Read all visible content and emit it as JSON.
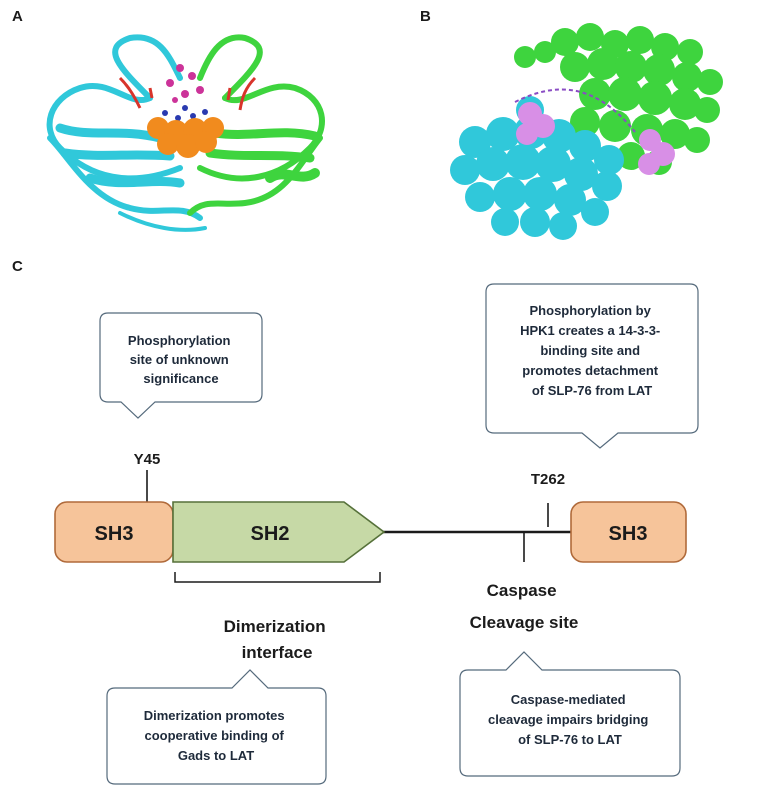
{
  "panels": {
    "a": {
      "letter": "A"
    },
    "b": {
      "letter": "B"
    },
    "c": {
      "letter": "C"
    }
  },
  "domains": {
    "sh3_n": "SH3",
    "sh2": "SH2",
    "sh3_c": "SH3"
  },
  "sites": {
    "y45": "Y45",
    "t262": "T262",
    "caspase_line1": "Caspase",
    "caspase_line2": "Cleavage site"
  },
  "regions": {
    "dimerization_line1": "Dimerization",
    "dimerization_line2": "interface"
  },
  "callouts": {
    "y45": [
      "Phosphorylation",
      "site of unknown",
      "significance"
    ],
    "t262": [
      "Phosphorylation by",
      "HPK1 creates a 14-3-3-",
      "binding site and",
      "promotes detachment",
      "of SLP-76 from LAT"
    ],
    "dimerization": [
      "Dimerization promotes",
      "cooperative binding of",
      "Gads to LAT"
    ],
    "caspase": [
      "Caspase-mediated",
      "cleavage impairs bridging",
      "of SLP-76 to LAT"
    ]
  },
  "colors": {
    "sh3_fill": "#f6c49a",
    "sh3_stroke": "#b06a3a",
    "sh2_fill": "#c6d9a6",
    "sh2_stroke": "#56713a",
    "cyan": "#30c8da",
    "green": "#3ed43e",
    "orange": "#f18b1e",
    "violet": "#d88fe6",
    "magenta": "#cc3399",
    "red": "#d8342b"
  }
}
